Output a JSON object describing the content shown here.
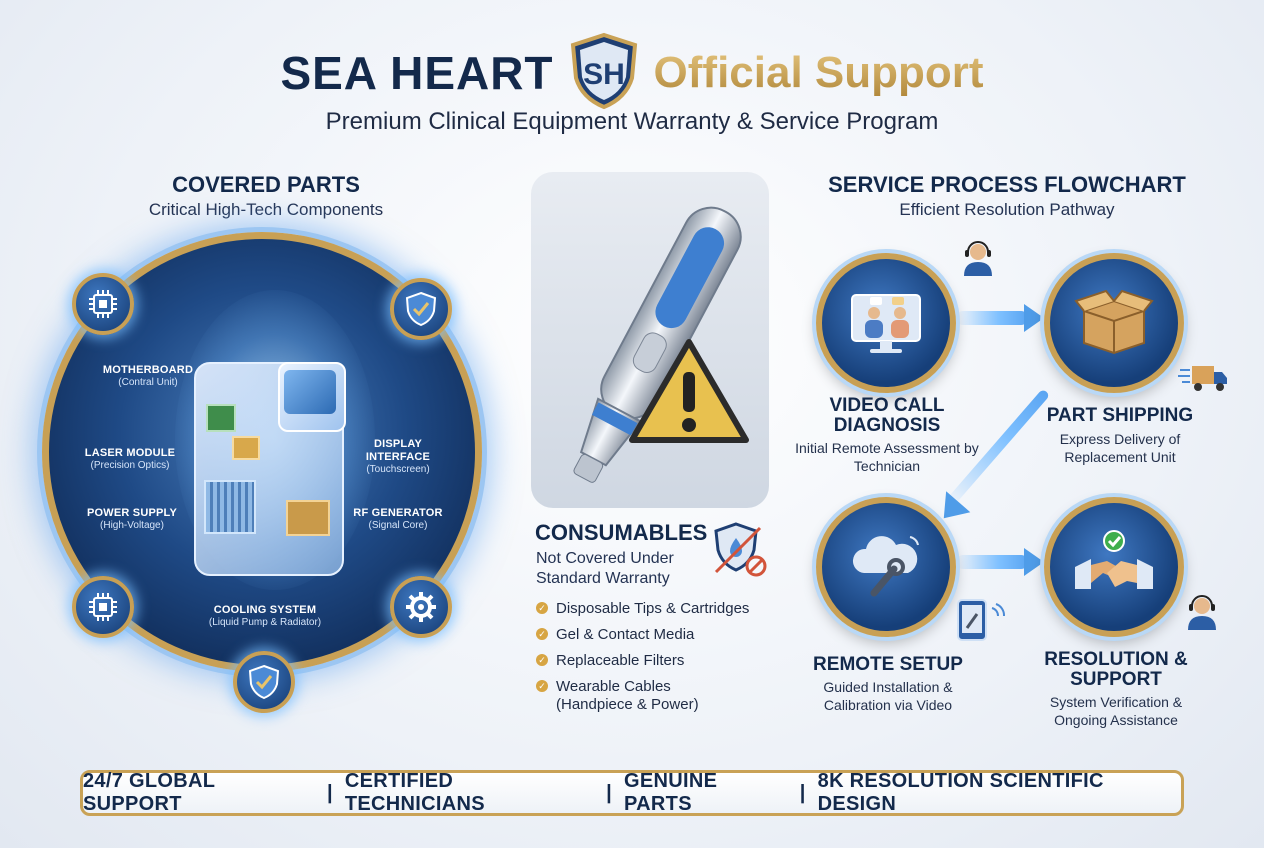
{
  "header": {
    "brand": "SEA HEART",
    "logo_text": "SH",
    "official": "Official Support",
    "subtitle": "Premium Clinical Equipment Warranty & Service Program"
  },
  "covered_parts": {
    "title": "COVERED PARTS",
    "subtitle": "Critical High-Tech Components",
    "parts": [
      {
        "name": "MOTHERBOARD",
        "detail": "(Contral Unit)"
      },
      {
        "name": "LASER MODULE",
        "detail": "(Precision Optics)"
      },
      {
        "name": "POWER SUPPLY",
        "detail": "(High-Voltage)"
      },
      {
        "name": "DISPLAY INTERFACE",
        "detail": "(Touchscreen)"
      },
      {
        "name": "RF GENERATOR",
        "detail": "(Signal Core)"
      },
      {
        "name": "COOLING SYSTEM",
        "detail": "(Liquid Pump & Radiator)"
      }
    ],
    "badge_icons": [
      "chip-icon",
      "shield-check-icon",
      "chip-icon",
      "gear-icon",
      "shield-check-icon"
    ]
  },
  "consumables": {
    "title": "CONSUMABLES",
    "subtitle": "Not Covered Under Standard Warranty",
    "items": [
      "Disposable Tips & Cartridges",
      "Gel & Contact Media",
      "Replaceable Filters",
      "Wearable Cables (Handpiece & Power)"
    ]
  },
  "flowchart": {
    "title": "SERVICE PROCESS FLOWCHART",
    "subtitle": "Efficient Resolution Pathway",
    "steps": [
      {
        "title": "VIDEO CALL DIAGNOSIS",
        "desc": "Initial Remote Assessment by Technician",
        "icon": "video-call-icon"
      },
      {
        "title": "PART SHIPPING",
        "desc": "Express Delivery of Replacement Unit",
        "icon": "box-icon"
      },
      {
        "title": "REMOTE SETUP",
        "desc": "Guided Installation & Calibration via Video",
        "icon": "cloud-wrench-icon"
      },
      {
        "title": "RESOLUTION & SUPPORT",
        "desc": "System Verification & Ongoing Assistance",
        "icon": "handshake-icon"
      }
    ]
  },
  "footer": {
    "items": [
      "24/7 GLOBAL SUPPORT",
      "CERTIFIED TECHNICIANS",
      "GENUINE PARTS",
      "8K RESOLUTION SCIENTIFIC DESIGN"
    ],
    "separator": "|"
  },
  "colors": {
    "navy": "#13294b",
    "gold": "#c9a256",
    "blue": "#2c6ab3",
    "warning": "#e2b64a"
  }
}
